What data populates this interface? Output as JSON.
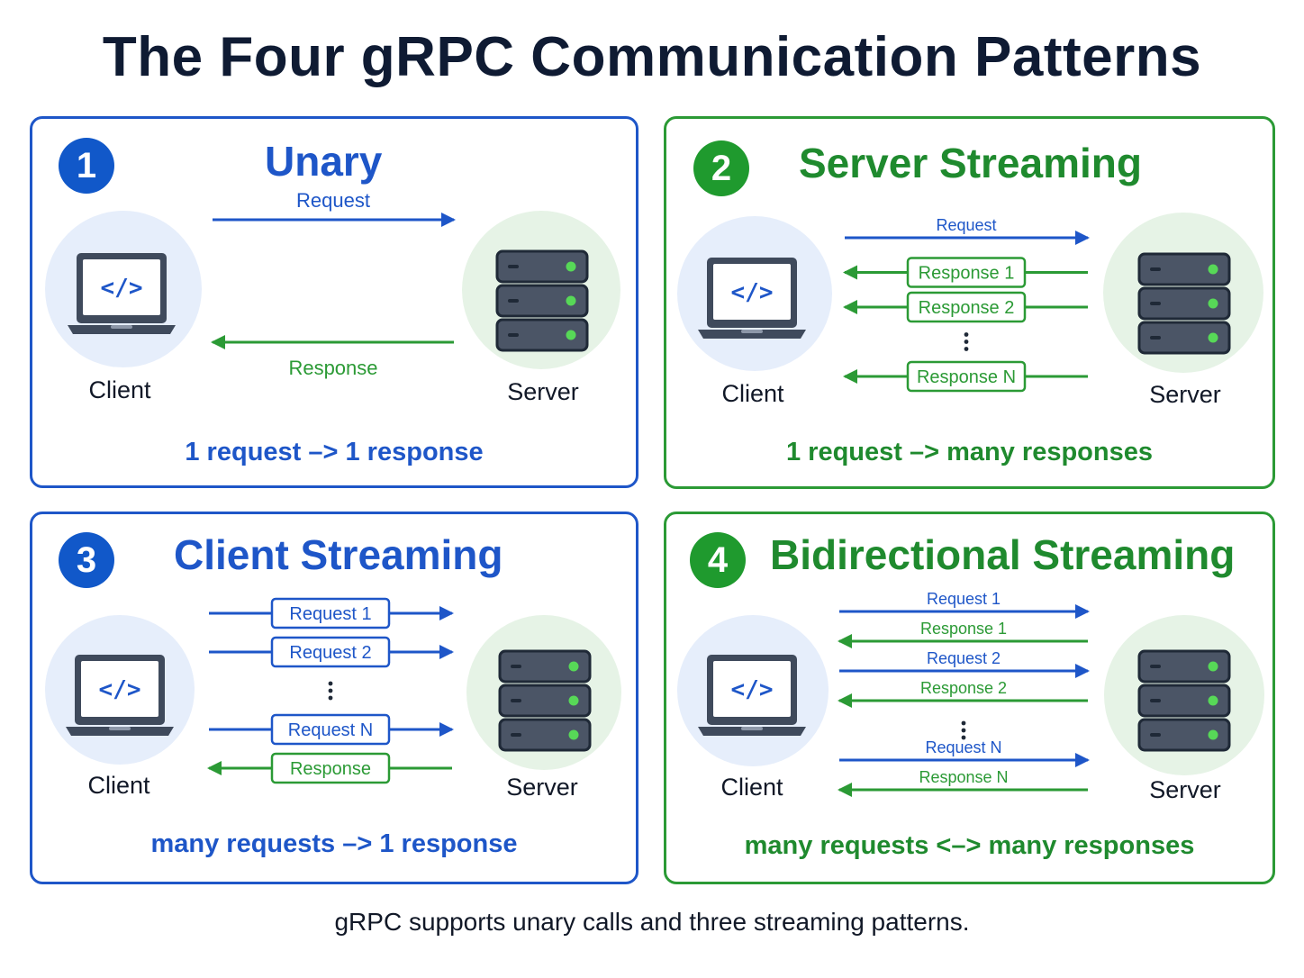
{
  "title": "The Four gRPC Communication Patterns",
  "footer": "gRPC supports unary calls and three streaming patterns.",
  "labels": {
    "client": "Client",
    "server": "Server"
  },
  "icons": {
    "client": "laptop-code-icon",
    "server": "server-rack-icon"
  },
  "colors": {
    "request": "#1e56c8",
    "response": "#2b9a35",
    "title": "#0f1b33"
  },
  "panels": [
    {
      "number": "1",
      "title": "Unary",
      "summary": "1 request  –> 1 response",
      "flows": [
        {
          "dir": "right",
          "label": "Request",
          "style": "above"
        },
        {
          "dir": "left",
          "label": "Response",
          "style": "below"
        }
      ]
    },
    {
      "number": "2",
      "title": "Server Streaming",
      "summary": "1 request –> many responses",
      "flows": [
        {
          "dir": "right",
          "label": "Request",
          "style": "above"
        },
        {
          "dir": "left",
          "label": "Response 1",
          "style": "box"
        },
        {
          "dir": "left",
          "label": "Response 2",
          "style": "box"
        },
        {
          "dir": "dots"
        },
        {
          "dir": "left",
          "label": "Response N",
          "style": "box"
        }
      ]
    },
    {
      "number": "3",
      "title": "Client Streaming",
      "summary": "many requests –> 1 response",
      "flows": [
        {
          "dir": "right",
          "label": "Request 1",
          "style": "box"
        },
        {
          "dir": "right",
          "label": "Request 2",
          "style": "box"
        },
        {
          "dir": "dots"
        },
        {
          "dir": "right",
          "label": "Request N",
          "style": "box"
        },
        {
          "dir": "left",
          "label": "Response",
          "style": "box"
        }
      ]
    },
    {
      "number": "4",
      "title": "Bidirectional Streaming",
      "summary": "many requests <–> many responses",
      "flows": [
        {
          "dir": "right",
          "label": "Request 1",
          "style": "above"
        },
        {
          "dir": "left",
          "label": "Response 1",
          "style": "above"
        },
        {
          "dir": "right",
          "label": "Request 2",
          "style": "above"
        },
        {
          "dir": "left",
          "label": "Response 2",
          "style": "above"
        },
        {
          "dir": "dots"
        },
        {
          "dir": "right",
          "label": "Request N",
          "style": "above"
        },
        {
          "dir": "left",
          "label": "Response N",
          "style": "above"
        }
      ]
    }
  ]
}
